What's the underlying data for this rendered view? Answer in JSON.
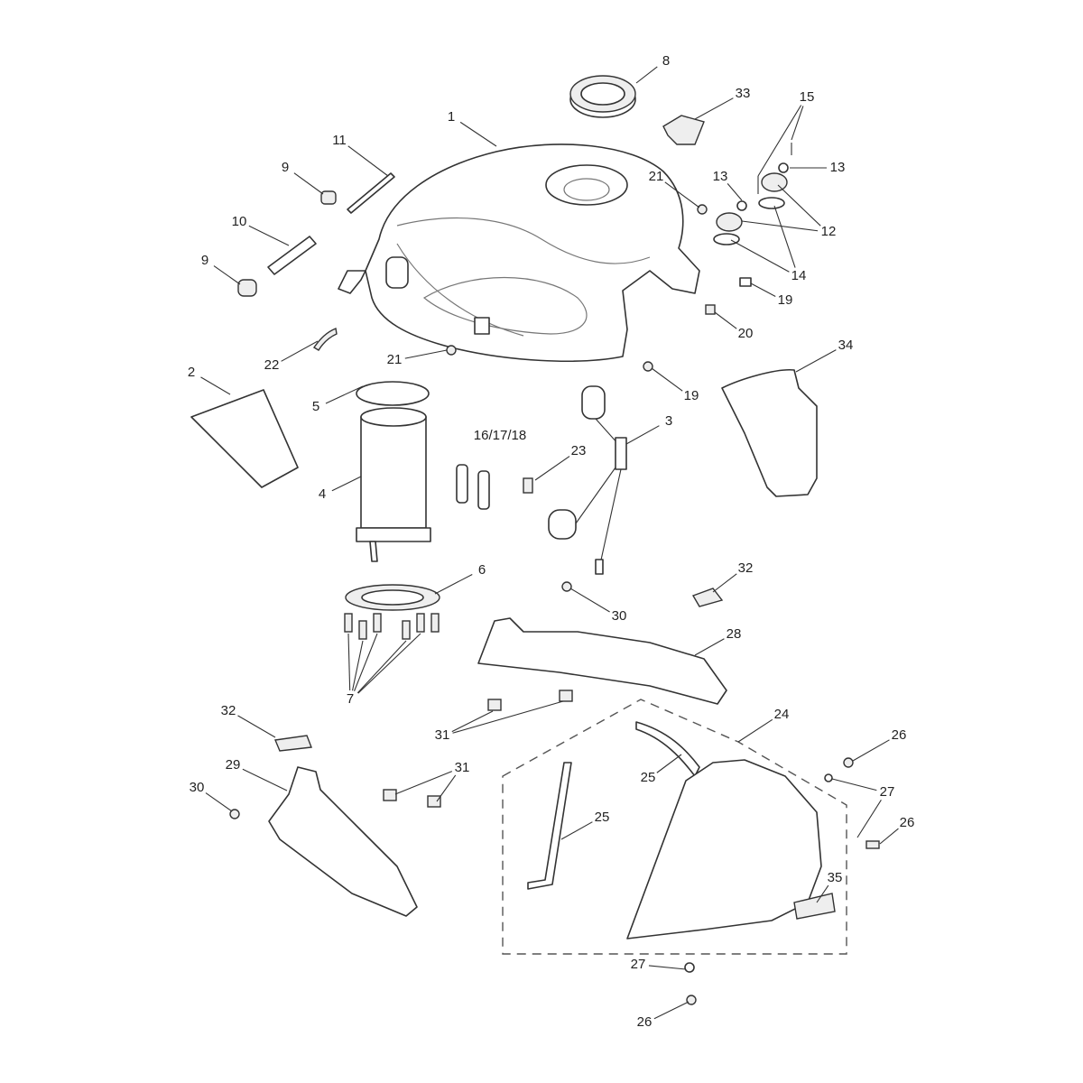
{
  "diagram": {
    "title": "Fuel tank and fittings exploded parts diagram",
    "callouts": [
      "8",
      "33",
      "1",
      "15",
      "11",
      "21",
      "13",
      "13",
      "9",
      "10",
      "12",
      "14",
      "9",
      "19",
      "20",
      "22",
      "21",
      "34",
      "2",
      "19",
      "5",
      "3",
      "16/17/18",
      "23",
      "4",
      "6",
      "32",
      "30",
      "28",
      "7",
      "32",
      "24",
      "31",
      "26",
      "29",
      "31",
      "25",
      "30",
      "27",
      "25",
      "26",
      "35",
      "27",
      "26"
    ]
  }
}
